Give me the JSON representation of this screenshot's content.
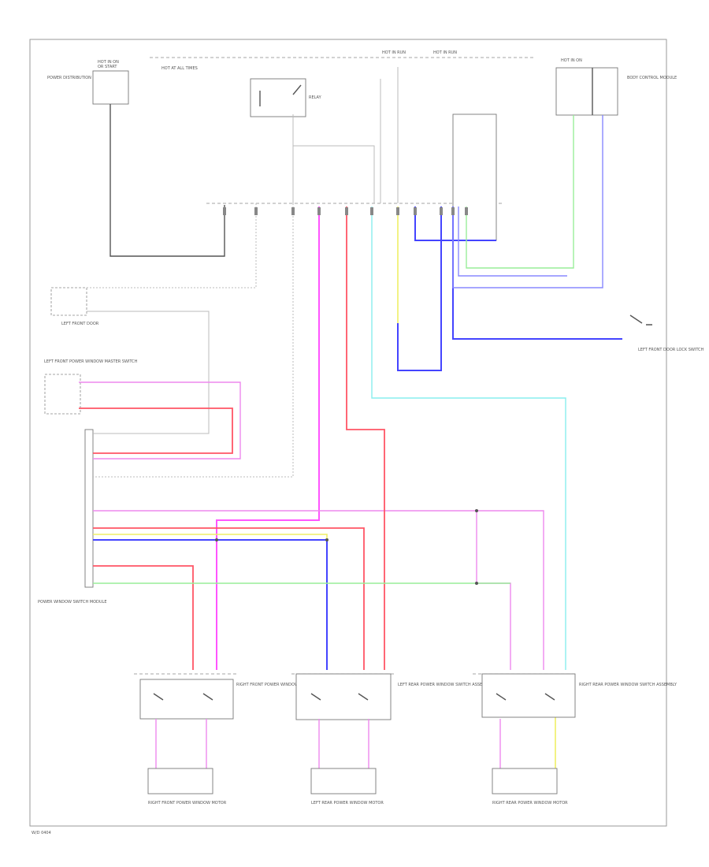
{
  "diagram_labels": {
    "top_left_fuse": "HOT IN ON",
    "top_left_fuse_sub": "OR START",
    "top_left_box_desc": "POWER DISTRIBUTION",
    "top_center_desc": "HOT AT ALL TIMES",
    "top_center_right_1": "HOT IN RUN",
    "top_center_right_2": "HOT IN RUN",
    "top_right_fuse": "HOT IN ON",
    "top_right_desc": "BODY CONTROL MODULE",
    "relay_label": "RELAY",
    "left_switch_desc": "LEFT FRONT DOOR",
    "left_master_desc": "LEFT FRONT POWER WINDOW MASTER SWITCH",
    "right_front_door_desc": "LEFT FRONT DOOR LOCK SWITCH",
    "module_desc": "POWER WINDOW SWITCH MODULE",
    "switch_rf": "RIGHT FRONT POWER WINDOW SWITCH ASSEMBLY",
    "switch_lr": "LEFT REAR POWER WINDOW SWITCH ASSEMBLY",
    "switch_rr": "RIGHT REAR POWER WINDOW SWITCH ASSEMBLY",
    "motor_rf": "RIGHT FRONT POWER WINDOW MOTOR",
    "motor_lr": "LEFT REAR POWER WINDOW MOTOR",
    "motor_rr": "RIGHT REAR POWER WINDOW MOTOR",
    "footer_code": "W/D 0404"
  },
  "colors": {
    "pink": "#ff55ff",
    "red": "#ff5566",
    "cyan": "#88eeee",
    "yellow": "#eeee66",
    "blue": "#4444ff",
    "light_blue": "#8888ff",
    "green": "#99ee99",
    "black": "#555555",
    "gray": "#bbbbbb"
  }
}
